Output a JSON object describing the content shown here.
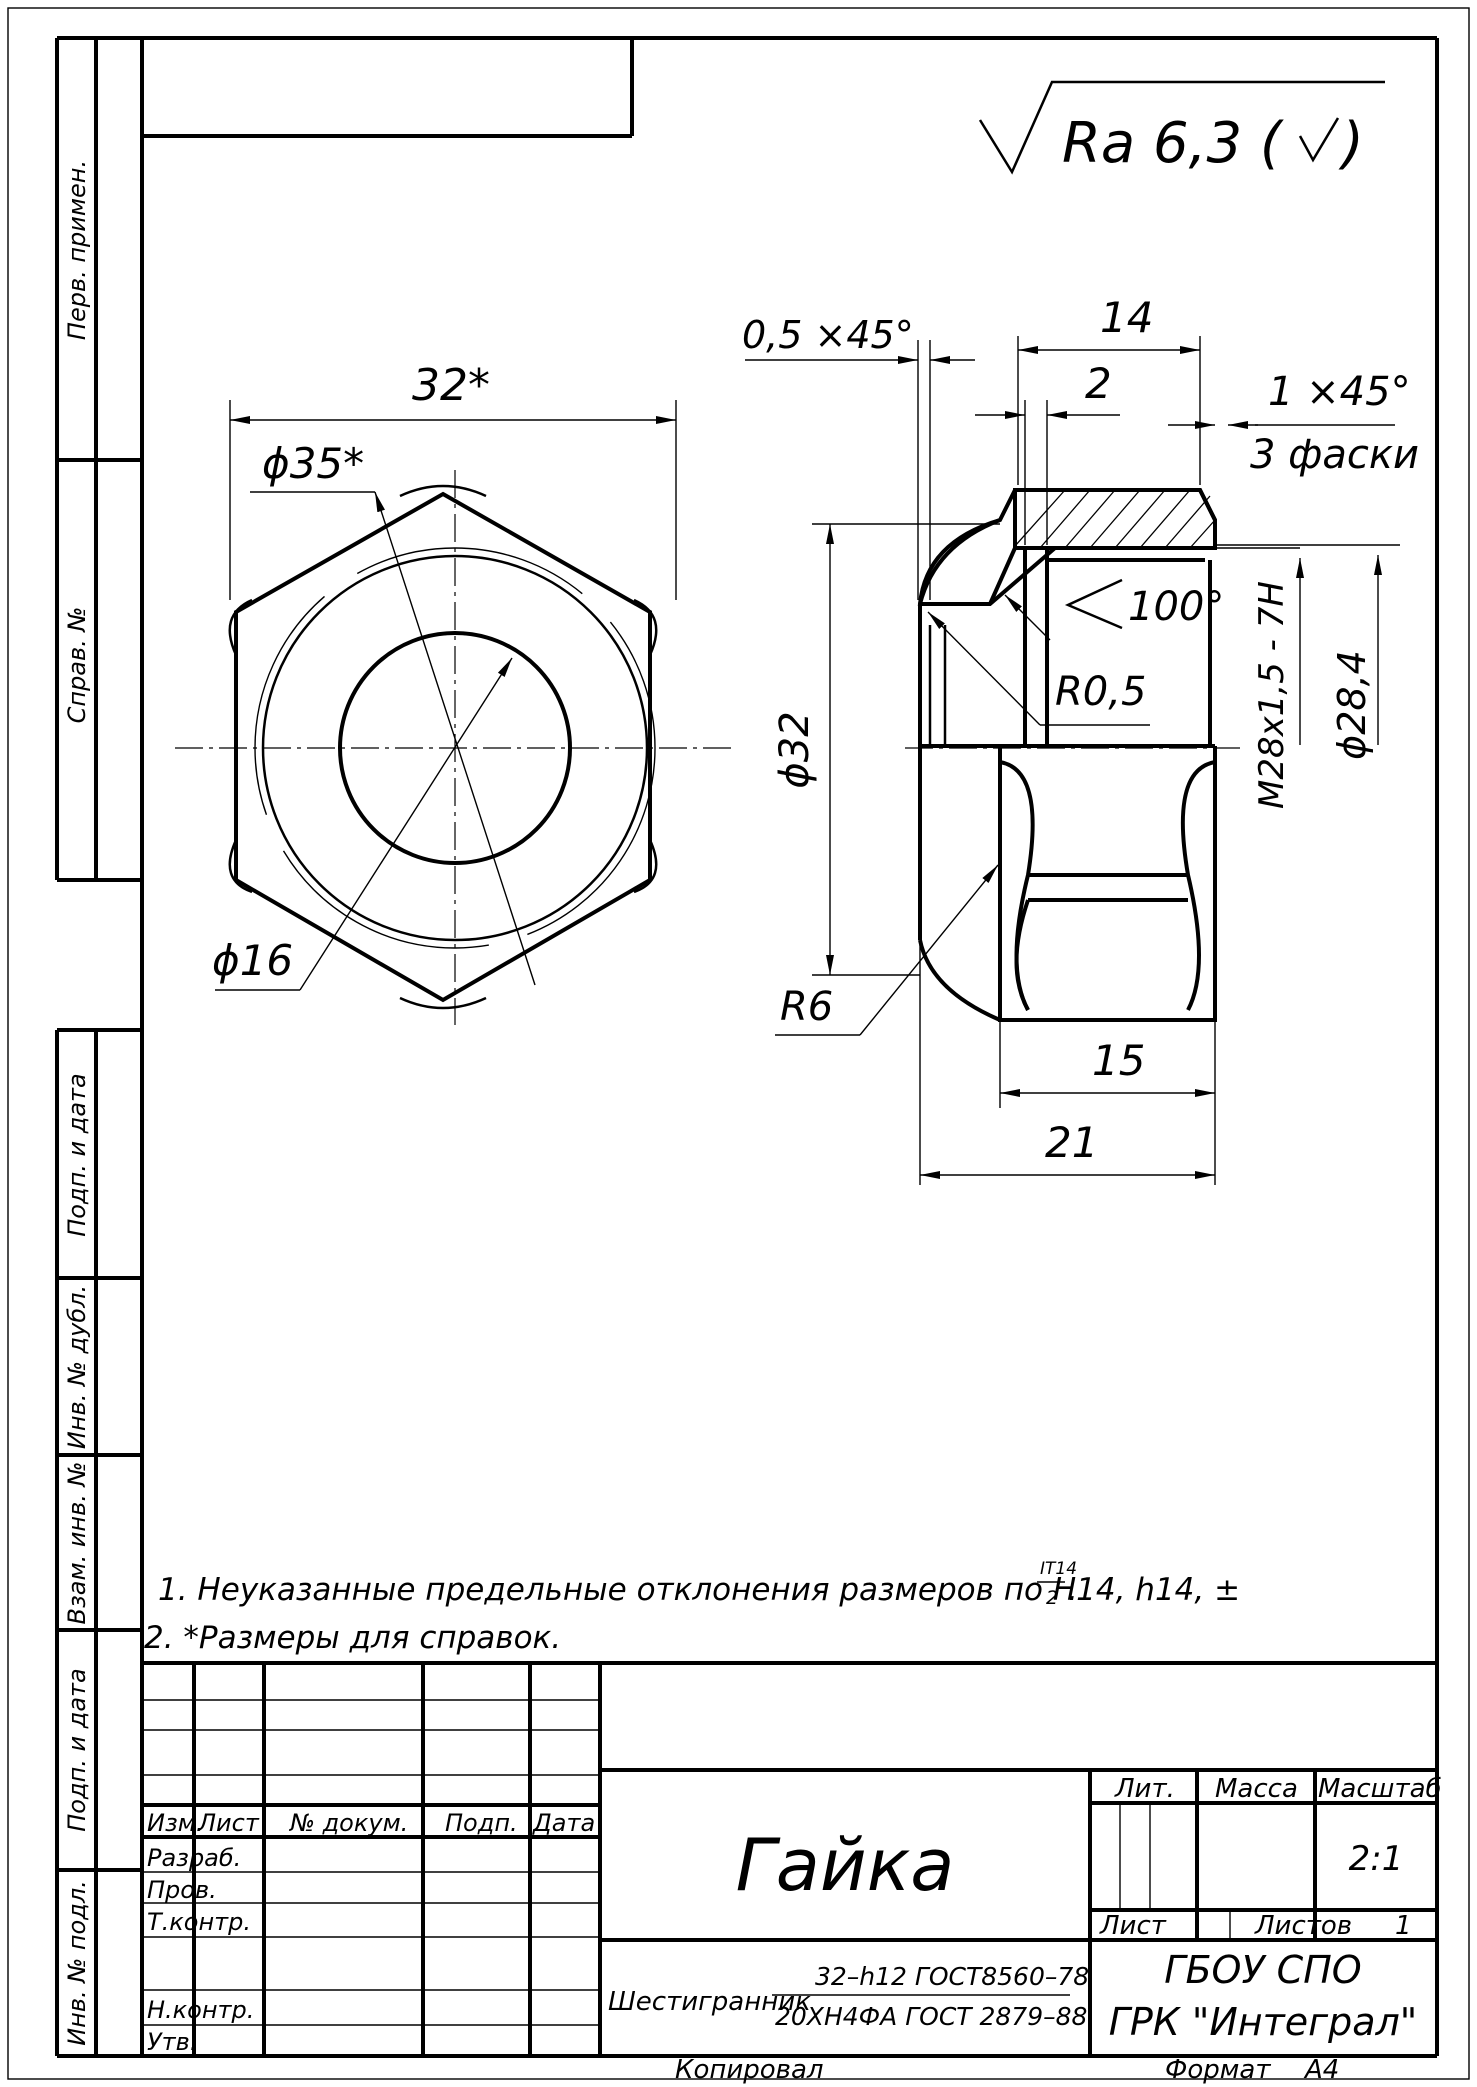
{
  "roughness": {
    "main": "Ra 6,3 (",
    "tail": ")"
  },
  "dimensions": {
    "across_flats": "32*",
    "across_corners": "ϕ35*",
    "bore": "ϕ16",
    "chamfer_small": "0,5 ×45°",
    "total_width": "14",
    "groove": "2",
    "chamfer_big": "1 ×45°",
    "chamfer_note": "3 фаски",
    "cone_angle": "100°",
    "radius_small": "R0,5",
    "thread": "M28x1,5 - 7H",
    "thread_diam": "ϕ28,4",
    "outer_diam": "ϕ32",
    "radius_big": "R6",
    "hex_height": "15",
    "overall_height": "21"
  },
  "notes": {
    "note1": "1. Неуказанные предельные отклонения размеров по H14, h14, ±",
    "note1_num": "IT14",
    "note1_den": "2",
    "note1_end": ".",
    "note2": "2. *Размеры для справок."
  },
  "side_strip": {
    "perv": "Перв. примен.",
    "sprav": "Справ. №",
    "podp_data_1": "Подп. и дата",
    "inv_dubl": "Инв. № дубл.",
    "vzam_inv": "Взам. инв. №",
    "podp_data_2": "Подп. и дата",
    "inv_podl": "Инв. № подл."
  },
  "title_block": {
    "col_izm": "Изм.",
    "col_list": "Лист",
    "col_doc": "№ докум.",
    "col_podp": "Подп.",
    "col_data": "Дата",
    "razrab": "Разраб.",
    "prov": "Пров.",
    "tkontr": "Т.контр.",
    "nkontr": "Н.контр.",
    "utv": "Утв.",
    "part_name": "Гайка",
    "lit": "Лит.",
    "massa": "Масса",
    "masshtab": "Масштаб",
    "scale": "2:1",
    "list_label": "Лист",
    "listov_label": "Листов",
    "listov_value": "1",
    "material_prefix": "Шестигранник",
    "material_top": "32–h12 ГОСТ8560–78",
    "material_bottom": "20ХН4ФА ГОСТ 2879–88",
    "org_line1": "ГБОУ СПО",
    "org_line2": "ГРК \"Интеграл\""
  },
  "footer": {
    "kopiroval": "Копировал",
    "format_label": "Формат",
    "format_value": "А4"
  }
}
